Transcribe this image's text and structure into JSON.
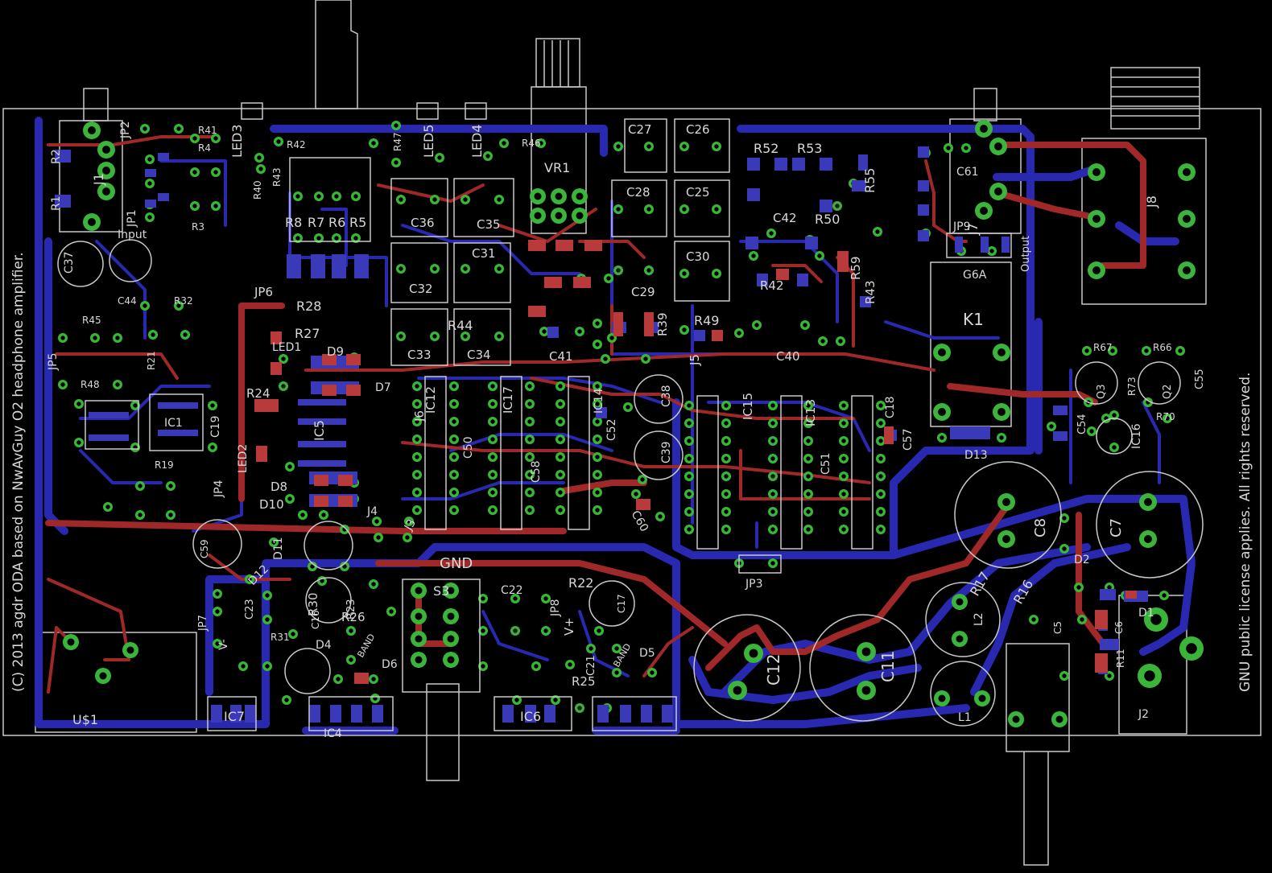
{
  "board": {
    "copyright": "(C) 2013 agdr ODA based on NwAvGuy O2 headphone amplifier.",
    "license": "GNU public license applies.  All rights reserved."
  },
  "colors": {
    "background": "#000000",
    "top_copper": "#a02828",
    "bottom_copper": "#2828b0",
    "pads": "#3ab53a",
    "silkscreen": "#d8d8d8"
  },
  "labels": [
    {
      "id": "J1",
      "text": "J1"
    },
    {
      "id": "JP2",
      "text": "JP2"
    },
    {
      "id": "JP1",
      "text": "JP1"
    },
    {
      "id": "input",
      "text": "Input"
    },
    {
      "id": "LED3",
      "text": "LED3"
    },
    {
      "id": "LED5",
      "text": "LED5"
    },
    {
      "id": "LED4",
      "text": "LED4"
    },
    {
      "id": "VR1",
      "text": "VR1"
    },
    {
      "id": "C27",
      "text": "C27"
    },
    {
      "id": "C26",
      "text": "C26"
    },
    {
      "id": "C28",
      "text": "C28"
    },
    {
      "id": "C25",
      "text": "C25"
    },
    {
      "id": "C30",
      "text": "C30"
    },
    {
      "id": "C29",
      "text": "C29"
    },
    {
      "id": "R52",
      "text": "R52"
    },
    {
      "id": "R53",
      "text": "R53"
    },
    {
      "id": "R55",
      "text": "R55"
    },
    {
      "id": "R50",
      "text": "R50"
    },
    {
      "id": "C42",
      "text": "C42"
    },
    {
      "id": "C40",
      "text": "C40"
    },
    {
      "id": "R42",
      "text": "R42"
    },
    {
      "id": "R59",
      "text": "R59"
    },
    {
      "id": "R43",
      "text": "R43"
    },
    {
      "id": "R49",
      "text": "R49"
    },
    {
      "id": "R39",
      "text": "R39"
    },
    {
      "id": "C41",
      "text": "C41"
    },
    {
      "id": "R44",
      "text": "R44"
    },
    {
      "id": "C33",
      "text": "C33"
    },
    {
      "id": "C34",
      "text": "C34"
    },
    {
      "id": "C32",
      "text": "C32"
    },
    {
      "id": "C31",
      "text": "C31"
    },
    {
      "id": "C36",
      "text": "C36"
    },
    {
      "id": "C35",
      "text": "C35"
    },
    {
      "id": "R8",
      "text": "R8"
    },
    {
      "id": "R7",
      "text": "R7"
    },
    {
      "id": "R6",
      "text": "R6"
    },
    {
      "id": "R5",
      "text": "R5"
    },
    {
      "id": "JP6",
      "text": "JP6"
    },
    {
      "id": "R28",
      "text": "R28"
    },
    {
      "id": "R27",
      "text": "R27"
    },
    {
      "id": "LED1",
      "text": "LED1"
    },
    {
      "id": "D9",
      "text": "D9"
    },
    {
      "id": "D7",
      "text": "D7"
    },
    {
      "id": "R24",
      "text": "R24"
    },
    {
      "id": "IC5",
      "text": "IC5"
    },
    {
      "id": "LED2",
      "text": "LED2"
    },
    {
      "id": "D8",
      "text": "D8"
    },
    {
      "id": "D10",
      "text": "D10"
    },
    {
      "id": "JP5",
      "text": "JP5"
    },
    {
      "id": "IC1",
      "text": "IC1"
    },
    {
      "id": "C19",
      "text": "C19"
    },
    {
      "id": "JP4",
      "text": "JP4"
    },
    {
      "id": "J4",
      "text": "J4"
    },
    {
      "id": "J3",
      "text": "J3"
    },
    {
      "id": "GND",
      "text": "GND"
    },
    {
      "id": "J5",
      "text": "J5"
    },
    {
      "id": "J6",
      "text": "J6"
    },
    {
      "id": "IC12",
      "text": "IC12"
    },
    {
      "id": "IC17",
      "text": "IC17"
    },
    {
      "id": "IC14",
      "text": "IC14"
    },
    {
      "id": "C52",
      "text": "C52"
    },
    {
      "id": "C38",
      "text": "C38"
    },
    {
      "id": "C39",
      "text": "C39"
    },
    {
      "id": "C50",
      "text": "C50"
    },
    {
      "id": "C58",
      "text": "C58"
    },
    {
      "id": "C60",
      "text": "C60"
    },
    {
      "id": "IC15",
      "text": "IC15"
    },
    {
      "id": "IC13",
      "text": "IC13"
    },
    {
      "id": "C18",
      "text": "C18"
    },
    {
      "id": "C57",
      "text": "C57"
    },
    {
      "id": "C51",
      "text": "C51"
    },
    {
      "id": "JP3",
      "text": "JP3"
    },
    {
      "id": "J7",
      "text": "J7"
    },
    {
      "id": "C61",
      "text": "C61"
    },
    {
      "id": "JP9",
      "text": "JP9"
    },
    {
      "id": "G6A",
      "text": "G6A"
    },
    {
      "id": "output",
      "text": "Output"
    },
    {
      "id": "K1",
      "text": "K1"
    },
    {
      "id": "D13",
      "text": "D13"
    },
    {
      "id": "J8",
      "text": "J8"
    },
    {
      "id": "R67",
      "text": "R67"
    },
    {
      "id": "R66",
      "text": "R66"
    },
    {
      "id": "Q3",
      "text": "Q3"
    },
    {
      "id": "R73",
      "text": "R73"
    },
    {
      "id": "Q2",
      "text": "Q2"
    },
    {
      "id": "C55",
      "text": "C55"
    },
    {
      "id": "R70",
      "text": "R70"
    },
    {
      "id": "IC16",
      "text": "IC16"
    },
    {
      "id": "C54",
      "text": "C54"
    },
    {
      "id": "C8",
      "text": "C8"
    },
    {
      "id": "C7",
      "text": "C7"
    },
    {
      "id": "D2",
      "text": "D2"
    },
    {
      "id": "D1",
      "text": "D1"
    },
    {
      "id": "R17",
      "text": "R17"
    },
    {
      "id": "R16",
      "text": "R16"
    },
    {
      "id": "L2",
      "text": "L2"
    },
    {
      "id": "L1",
      "text": "L1"
    },
    {
      "id": "C5",
      "text": "C5"
    },
    {
      "id": "C6",
      "text": "C6"
    },
    {
      "id": "R11",
      "text": "R11"
    },
    {
      "id": "J2",
      "text": "J2"
    },
    {
      "id": "C12",
      "text": "C12"
    },
    {
      "id": "C11",
      "text": "C11"
    },
    {
      "id": "S3",
      "text": "S3"
    },
    {
      "id": "C22",
      "text": "C22"
    },
    {
      "id": "R22",
      "text": "R22"
    },
    {
      "id": "JP8",
      "text": "JP8"
    },
    {
      "id": "V+",
      "text": "V+"
    },
    {
      "id": "C17",
      "text": "C17"
    },
    {
      "id": "C21",
      "text": "C21"
    },
    {
      "id": "D5",
      "text": "D5"
    },
    {
      "id": "R25",
      "text": "R25"
    },
    {
      "id": "IC6",
      "text": "IC6"
    },
    {
      "id": "IC4",
      "text": "IC4"
    },
    {
      "id": "IC7",
      "text": "IC7"
    },
    {
      "id": "D6",
      "text": "D6"
    },
    {
      "id": "D4",
      "text": "D4"
    },
    {
      "id": "R26",
      "text": "R26"
    },
    {
      "id": "R30",
      "text": "R30"
    },
    {
      "id": "R23",
      "text": "R23"
    },
    {
      "id": "C16",
      "text": "C16"
    },
    {
      "id": "C23",
      "text": "C23"
    },
    {
      "id": "D11",
      "text": "D11"
    },
    {
      "id": "D12",
      "text": "D12"
    },
    {
      "id": "C59",
      "text": "C59"
    },
    {
      "id": "JP7",
      "text": "JP7"
    },
    {
      "id": "V-",
      "text": "V-"
    },
    {
      "id": "R31",
      "text": "R31"
    },
    {
      "id": "US1",
      "text": "U$1"
    },
    {
      "id": "BAND1",
      "text": "BAND"
    },
    {
      "id": "BAND2",
      "text": "BAND"
    },
    {
      "id": "R2",
      "text": "R2"
    },
    {
      "id": "R1",
      "text": "R1"
    },
    {
      "id": "C37",
      "text": "C37"
    },
    {
      "id": "C44",
      "text": "C44"
    },
    {
      "id": "R45",
      "text": "R45"
    },
    {
      "id": "R41",
      "text": "R41"
    },
    {
      "id": "R48",
      "text": "R48"
    },
    {
      "id": "R21",
      "text": "R21"
    },
    {
      "id": "R19",
      "text": "R19"
    },
    {
      "id": "R32",
      "text": "R32"
    },
    {
      "id": "R3",
      "text": "R3"
    },
    {
      "id": "R4",
      "text": "R4"
    },
    {
      "id": "R42b",
      "text": "R42"
    },
    {
      "id": "R46",
      "text": "R46"
    },
    {
      "id": "R47",
      "text": "R47"
    },
    {
      "id": "R40",
      "text": "R40"
    },
    {
      "id": "R43b",
      "text": "R43"
    }
  ]
}
